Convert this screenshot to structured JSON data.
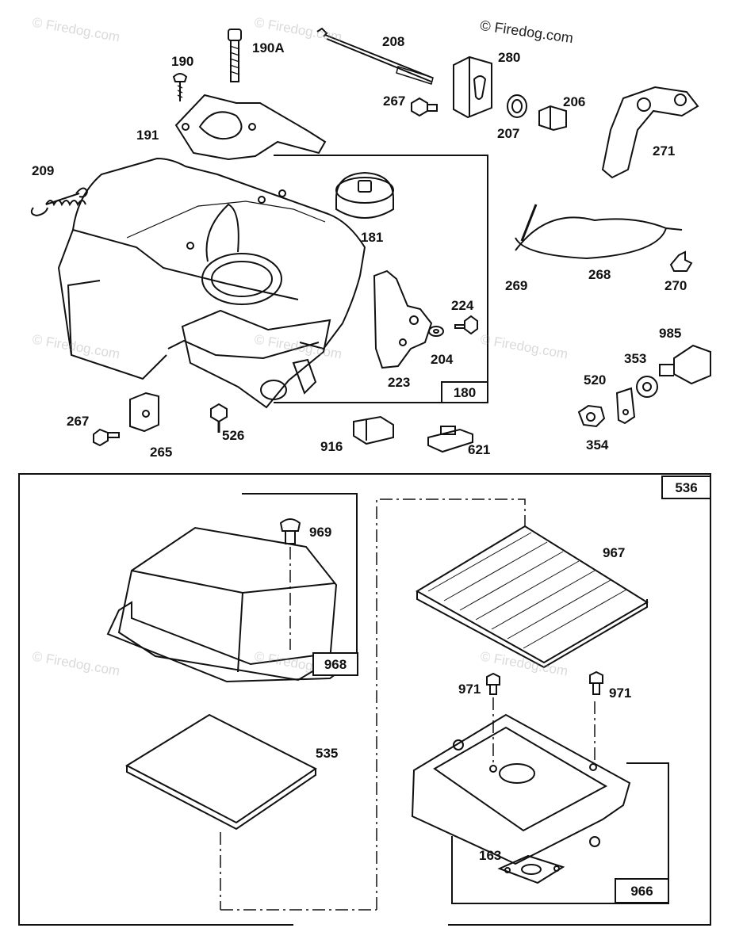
{
  "watermark": "© Firedog.com",
  "colors": {
    "line": "#111111",
    "background": "#ffffff",
    "watermark": "#b0b0b0"
  },
  "labels": {
    "p190": "190",
    "p190a": "190A",
    "p191": "191",
    "p208": "208",
    "p267a": "267",
    "p280": "280",
    "p206": "206",
    "p207": "207",
    "p271": "271",
    "p209": "209",
    "p181": "181",
    "p224": "224",
    "p204": "204",
    "p223": "223",
    "p269": "269",
    "p268": "268",
    "p270": "270",
    "p985": "985",
    "p353": "353",
    "p520": "520",
    "p354": "354",
    "p267b": "267",
    "p265": "265",
    "p526": "526",
    "p916": "916",
    "p621": "621",
    "p969": "969",
    "p967": "967",
    "p971a": "971",
    "p971b": "971",
    "p535": "535",
    "p163": "163"
  },
  "boxes": {
    "b180": "180",
    "b536": "536",
    "b968": "968",
    "b966": "966"
  }
}
